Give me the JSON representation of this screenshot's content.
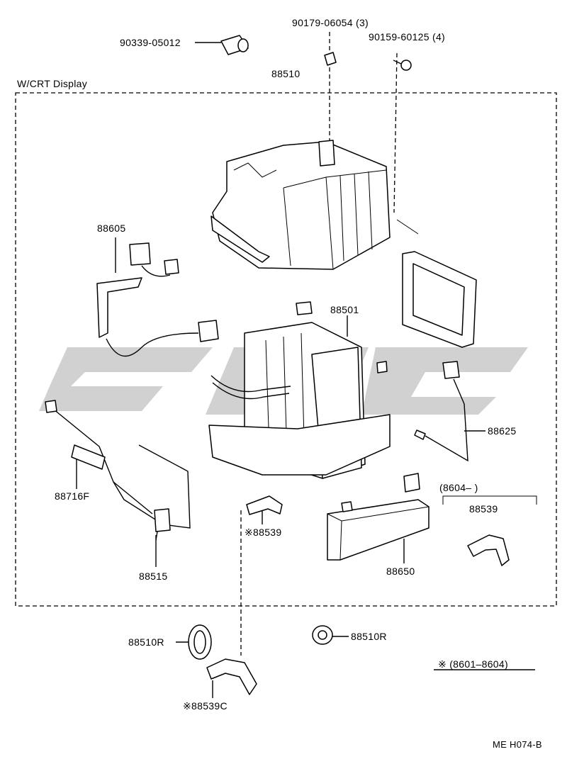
{
  "group_label": "W/CRT Display",
  "parts": {
    "p90339": "90339-05012",
    "p90179": "90179-06054 (3)",
    "p90159": "90159-60125 (4)",
    "p88510": "88510",
    "p88605": "88605",
    "p88501": "88501",
    "p88625": "88625",
    "p88716F": "88716F",
    "p88515": "88515",
    "p88539_star": "※88539",
    "p88650": "88650",
    "p8604_range": "(8604–        )",
    "p88539": "88539",
    "p88510R_left": "88510R",
    "p88510R_right": "88510R",
    "p88539C": "※88539C"
  },
  "footnote": "※ (8601–8604)",
  "drawing_code": "ME H074-B",
  "watermark_color": "#c9c9c9"
}
